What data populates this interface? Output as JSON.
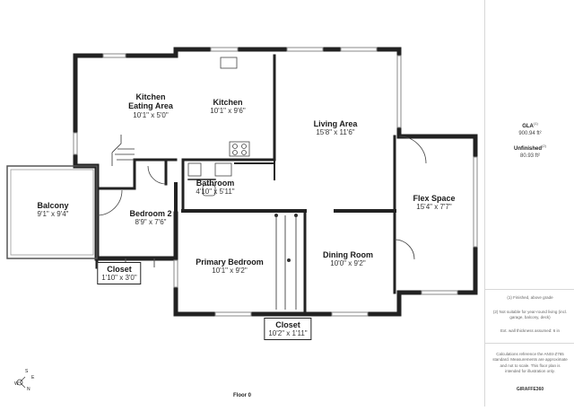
{
  "rooms": [
    {
      "name": "Kitchen Eating Area",
      "name_lines": [
        "Kitchen",
        "Eating Area"
      ],
      "dims": "10'1\" x 5'0\""
    },
    {
      "name": "Kitchen",
      "dims": "10'1\" x 9'6\""
    },
    {
      "name": "Living Area",
      "dims": "15'8\" x 11'6\""
    },
    {
      "name": "Bathroom",
      "dims": "4'10\" x 5'11\""
    },
    {
      "name": "Balcony",
      "dims": "9'1\" x 9'4\""
    },
    {
      "name": "Bedroom 2",
      "dims": "8'9\" x 7'6\""
    },
    {
      "name": "Flex Space",
      "dims": "15'4\" x 7'7\""
    },
    {
      "name": "Primary Bedroom",
      "dims": "10'1\" x 9'2\""
    },
    {
      "name": "Dining Room",
      "dims": "10'0\" x 9'2\""
    },
    {
      "name": "Closet",
      "dims": "1'10\" x 3'0\""
    },
    {
      "name": "Closet",
      "dims": "10'2\" x 1'11\""
    }
  ],
  "floor_label": "Floor 0",
  "compass": {
    "n": "N",
    "s": "S",
    "e": "E",
    "w": "W"
  },
  "sidebar": {
    "gla_label": "GLA",
    "gla_sup": "(1)",
    "gla_value": "900.94 ft²",
    "unfinished_label": "Unfinished",
    "unfinished_sup": "(2)",
    "unfinished_value": "80.93 ft²",
    "notes": [
      "(1) Finished, above grade",
      "(2) Not suitable for year-round living (incl. garage, balcony, deck)",
      "Ext. wall thickness assumed: 6 in"
    ],
    "disclaimer": "Calculations reference the ANSI-Z765 standard. Measurements are approximate and not to scale. This floor plan is intended for illustration only.",
    "brand": "GIRAFFE360"
  }
}
